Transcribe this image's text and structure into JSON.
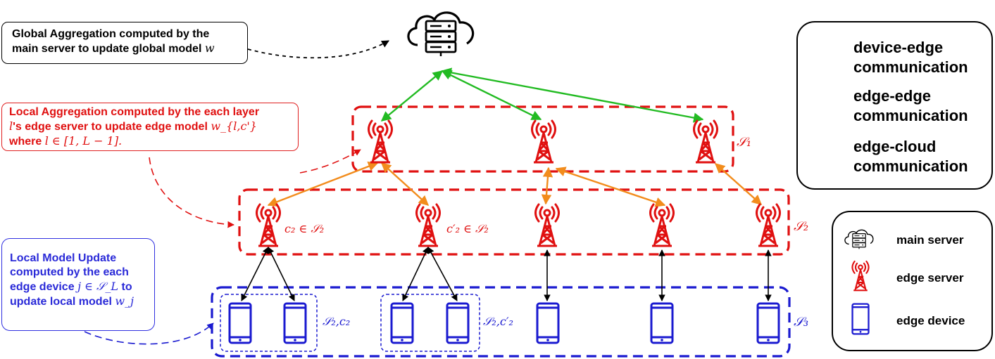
{
  "colors": {
    "device_edge": "#000000",
    "edge_edge": "#f28c1c",
    "edge_cloud": "#22bb22",
    "edge_server": "#e01010",
    "edge_device": "#1a1ad0",
    "layer_red": "#e01010",
    "layer_blue": "#1a1ad0"
  },
  "notes": {
    "global": {
      "line1": "Global Aggregation computed by the",
      "line2": "main server to update global model",
      "math": "w"
    },
    "local_agg": {
      "line1": "Local Aggregation computed by the each layer",
      "line2_math": "l",
      "line2": "'s edge server to update edge model",
      "line2_math_end": "w_{l,c'}",
      "line3_prefix": "where",
      "line3_math": "l ∈ [1, L − 1]."
    },
    "local_update": {
      "line1": "Local Model Update",
      "line2": "computed by the each",
      "line3_prefix": "edge device",
      "line3_math": "j ∈ 𝒮_L",
      "line3_suffix": "to",
      "line4": "update local model",
      "line4_math": "w_j"
    }
  },
  "set_labels": {
    "s1": "𝒮₁",
    "s2": "𝒮₂",
    "s3": "𝒮₃",
    "s2c2": "𝒮₂,c₂",
    "s2c2p": "𝒮₂,c′₂"
  },
  "node_labels": {
    "c2": "c₂ ∈ 𝒮₂",
    "c2p": "c′₂ ∈ 𝒮₂"
  },
  "legend_comm": [
    {
      "line1": "device-edge",
      "line2": "communication",
      "color_key": "device_edge"
    },
    {
      "line1": "edge-edge",
      "line2": "communication",
      "color_key": "edge_edge"
    },
    {
      "line1": "edge-cloud",
      "line2": "communication",
      "color_key": "edge_cloud"
    }
  ],
  "legend_nodes": [
    {
      "label": "main server",
      "icon": "cloud-server-icon"
    },
    {
      "label": "edge server",
      "icon": "tower-icon"
    },
    {
      "label": "edge device",
      "icon": "phone-icon"
    }
  ]
}
